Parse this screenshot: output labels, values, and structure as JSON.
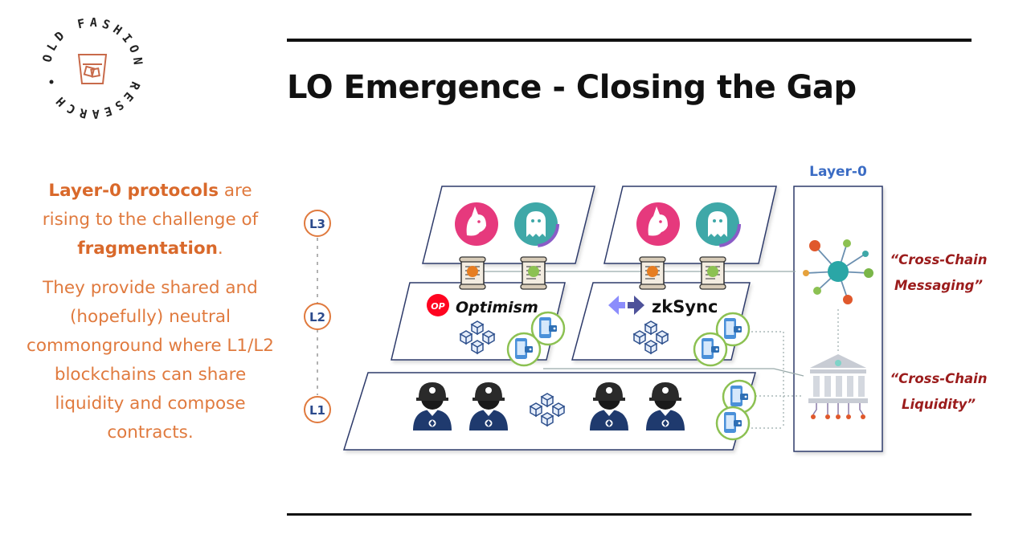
{
  "slide": {
    "title": "LO Emergence - Closing the Gap"
  },
  "logo": {
    "ring_text": "OLD FASHION RESEARCH"
  },
  "left_text": {
    "p1": {
      "part1": "Layer-0 protocols",
      "part2": " are rising to the challenge of ",
      "part3": "fragmentation",
      "part4": "."
    },
    "p2": "They provide shared and (hopefully) neutral commonground where L1/L2 blockchains can share liquidity and compose contracts."
  },
  "diagram": {
    "layer_badges": [
      "L3",
      "L2",
      "L1"
    ],
    "layer0_label": "Layer-0",
    "optimism_badge": "OP",
    "optimism_label": "Optimism",
    "zksync_label": "zkSync",
    "messaging_label_1": "“Cross-Chain",
    "messaging_label_2": "Messaging”",
    "liquidity_label_1": "“Cross-Chain",
    "liquidity_label_2": "Liquidity”",
    "colors": {
      "accent_orange": "#e07a3e",
      "quote_red": "#9b1c1c",
      "uniswap_pink": "#e6397d",
      "ghost_teal": "#3fa8a8",
      "wallet_blue": "#4a90d9",
      "ring_green": "#8cc152",
      "layer_border": "#2d3a6b"
    },
    "icons": [
      "uniswap-icon",
      "ghost-icon",
      "contract-scroll-icon",
      "wallet-icon",
      "cube-cluster-icon",
      "validator-icon",
      "hub-network-icon",
      "bank-pillars-icon"
    ]
  }
}
